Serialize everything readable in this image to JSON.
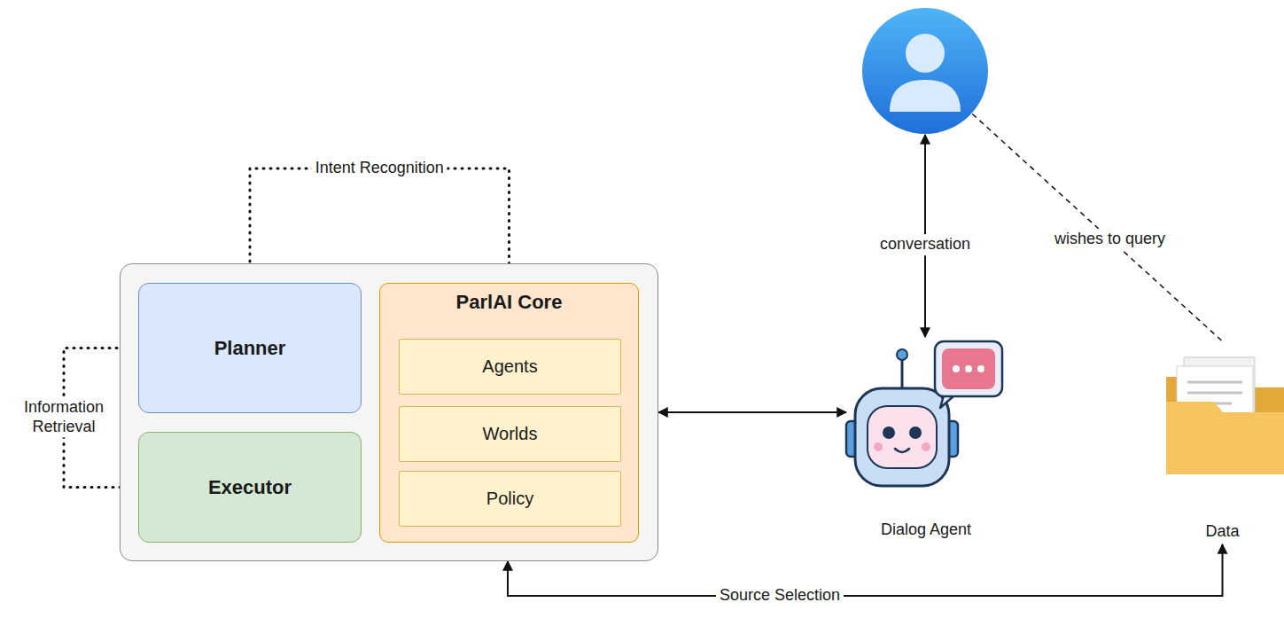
{
  "diagram": {
    "nodes": [
      {
        "text": []
      },
      {
        "text": [
          "Planner"
        ],
        "in": 0
      },
      {
        "text": [
          "Executor"
        ],
        "in": 0
      },
      {
        "text": [
          "ParlAI Core"
        ],
        "in": 0
      },
      {
        "text": [
          "Agents"
        ],
        "in": 3
      },
      {
        "text": [
          "Worlds"
        ],
        "in": 3
      },
      {
        "text": [
          "Policy"
        ],
        "in": 3
      },
      {
        "text": []
      },
      {
        "text": [
          "Dialog Agent"
        ]
      },
      {
        "text": [
          "Data"
        ]
      }
    ],
    "edges": [
      {
        "from": 1,
        "to": 3,
        "label": "Intent Recognition",
        "arrow": "none"
      },
      {
        "from": 1,
        "to": 2,
        "label": "Information Retrieval",
        "arrow": "none"
      },
      {
        "from": 7,
        "to": 8,
        "label": "conversation",
        "arrow": "both"
      },
      {
        "from": 0,
        "to": 8,
        "arrow": "both"
      },
      {
        "from": 7,
        "to": 9,
        "label": "wishes to query",
        "arrow": "none"
      },
      {
        "from": 0,
        "to": 9,
        "label": "Source Selection",
        "arrow": "both"
      }
    ]
  }
}
